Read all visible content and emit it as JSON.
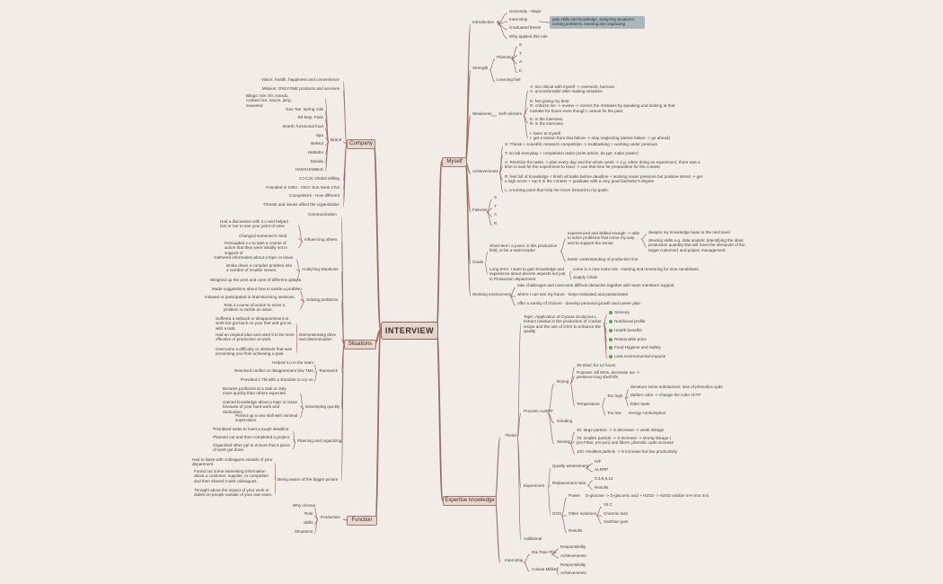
{
  "root": "INTERVIEW",
  "branches": {
    "myself": "Myself",
    "company": "Company",
    "situations": "Situations",
    "expertise": "Expertise knowledge",
    "function": "Function"
  },
  "myself": {
    "introduction": "Introduction",
    "intro_items": [
      "University - Major",
      "Internship",
      "Graduated thesis",
      "Why applied this role"
    ],
    "intro_note": "gain skills and knowledge, analyzing situations, solving problems, learning and organizing",
    "strength": "Strength",
    "planning": "Planning",
    "stak": [
      "S",
      "T",
      "A",
      "K"
    ],
    "learning_fast": "Learning fast",
    "weakness": "Weakness",
    "self_criticism": "Self-criticism",
    "weak_items": [
      "A: too critical with myself -> overwork, burnout\nA: uncomfortable after making mistakes",
      "E: Not giving my best\nR: criticize me -> review -> correct the mistakes by speaking and looking at that mistake for hours even though I cannot fix the past",
      "E: in the interview,\nR: in the interview,",
      "I: fairer to myself\nI: get a lesson from that failure -> stop neglecting (desire failure -> go ahead)"
    ],
    "achievements": "Achievements",
    "ach_items": [
      "S: Thesis + scientific research competition -> multitasking + working under pressure",
      "T: on lab everyday + competition tasks (write article, do ppt, make poster)",
      "A: Prioritize the tasks -> plan every day and the whole week -> e.g. when doing an experiment, there was a time to wait for the experiment to react -> use that time for preparation for the contest",
      "R: feel full of knowledge + finish all tasks before deadline + working under pressure but positive stress -> get a high score + top 5 in the contest -> graduate with a very good bachelor's degree",
      "L: a turning point that help me move forward to my goals."
    ],
    "failures": "Failures",
    "star": [
      "S",
      "T",
      "A",
      "R"
    ],
    "goals": "Goals",
    "short_term": "Short-term: a junior in this production field, or be a team-leader",
    "short_items": [
      "experienced and skilled enough -> able to solve problems that come my way and to support the senior",
      "better understanding of production line"
    ],
    "short_subitems": [
      "deepen my knowledge base to the next level",
      "develop skills e.g. data analytic (identifying the ideal production quantity that will meet the demands of the target customer) and project management"
    ],
    "long_term": "Long-term: I want to gain knowledge and experience about diverse aspects not just in Production department",
    "long_items": [
      "come in a new extra role - training and mentoring for new candidates",
      "Supply Chain"
    ],
    "working_env": "Working environment",
    "env_items": [
      "take challenges and overcome difficult obstacles together with team members support",
      "where I can see my future - keep motivated and passionated",
      "offer a variety of choices - develop personal growth and career plan"
    ]
  },
  "company": {
    "vision": "Vision: health, happiness and convenience",
    "mission": "Mission: ONLYONE products and services",
    "brand": "Brand",
    "brand_items": [
      "Bibigo: kim chi, mandu, cooked rice, sauce, jang, seaweed",
      "Gao Tae: spring rolls",
      "Rẻ Đẹp: Patiz",
      "Innerb: functional food",
      "Spa",
      "Beksul",
      "Hetbahn",
      "Dasida",
      "HAEGHANBLE"
    ],
    "cj": "CJ-CJC Global Milling",
    "founded": "Founded in 1953 - CEO: Eun Seok Choi",
    "competitors": "Competitors - How different",
    "threats": "Threats and issues affect the organization"
  },
  "situations": {
    "communication": "Communication",
    "influencing": "Influencing others",
    "influencing_items": [
      "Had a discussion with s.o and helped him or her to see your point of view.",
      "Changed someone's mind",
      "Persuaded s.o to take a course of action that they were initially not in support of"
    ],
    "analyzing": "Analyzing situations",
    "analyzing_items": [
      "Gathered information about a topic or issue.",
      "Broke down a complex problem into a number of smaller issues.",
      "Weighed up the pros and cons of different options."
    ],
    "solving": "Solving problems",
    "solving_items": [
      "Made suggestions about how to tackle a problem",
      "Initiated or participated in brainstorming sessions.",
      "Took a course of action to solve a problem or tackle an issue."
    ],
    "drive": "Demonstrating drive and determination",
    "drive_items": [
      "Suffered a setback or disappointment at work but got back on your feet and got on with a task.",
      "Had an original idea and used it to be more effective or productive at work.",
      "Overcame a difficulty or obstacle that was preventing you from achieving a goal."
    ],
    "teamwork": "Teamwork",
    "teamwork_items": [
      "Helped s.o in the team",
      "Resolved conflict or disagreement b/w TMs.",
      "Provided s TM with a shoulder to cry on."
    ],
    "quickly": "Developing quickly",
    "quickly_items": [
      "Became proficient at a task or duty more quickly than others expected",
      "Gained knowledge about a topic or issue because of your hard work and dedication.",
      "Picked up a new skill with minimal supervision."
    ],
    "planning": "Planning and organizing",
    "planning_items": [
      "Prioritised tasks to meet a tough deadline.",
      "Planned out and then completed a project.",
      "Organised other ppl to ensure that a piece of work got done."
    ],
    "bigger": "Being aware of the bigger picture",
    "bigger_items": [
      "Had to liaise with colleagues outside of your department.",
      "Found out some interesting information about a customer, supplier, or competitor and then shared it with colleagues.",
      "Thought about the impact of your work or duties on people outside of your own team."
    ]
  },
  "function": {
    "production": "Production",
    "items": [
      "Why choose",
      "Role",
      "Skills",
      "Situations"
    ]
  },
  "expertise": {
    "thesis": "Thesis",
    "topic": "Topic: Application of Cynara Scolymus L. extract residue in the production of cracker recipe and the use of GOX to enhance the quality",
    "benefits": [
      "Sensory",
      "Nutritional profile",
      "Health benefits",
      "Reasonable price",
      "Food Hygiene and Safety",
      "Less environmental impacts"
    ],
    "process": "Process ALERP",
    "drying": "Drying",
    "drying_items": [
      "35-50oC for 12 hours",
      "Purpose: kill MOs, decrease aw -> preserve long shelf-life"
    ],
    "temperature": "Temperature",
    "too_high": "Too high",
    "too_low": "Too low",
    "high_items": [
      "denature some substances: loss of phenolics cpds",
      "darken color -> change the color of FP",
      "bitter taste"
    ],
    "low_item": "energy consumption",
    "grinding": "Grinding",
    "sieving": "Sieving",
    "sieving_items": [
      "40: large particle -> S decrease -> weak linkage",
      "75: smaller particle -> S increase -> strong linkage ( pro-Fiber, pro-pro) and fibers: phenolic cpds increase",
      "100: smallest particle -> S increase but low productivity"
    ],
    "experiment": "Experiment",
    "quality": "Quality assessment",
    "quality_items": [
      "H/F",
      "ALRRP"
    ],
    "replacement": "Replacement ratio",
    "replacement_items": [
      "0,3,6,9,12",
      "Results"
    ],
    "gox": "GOX",
    "power": "Power",
    "power_item": "D-glucose -> D-gluconic acid + H2O2 -> H2O2 oxidize S-H into S-S",
    "other": "Other solutions",
    "other_items": [
      "Vit C",
      "Chromic acid",
      "Xanthan gum"
    ],
    "results": "Results",
    "additional": "Additional",
    "internship": "Internship",
    "intern_places": [
      "Dai Toan Phu",
      "Colusa Miliket"
    ],
    "responsibility": "Responsibility",
    "achievements": "Achievements"
  }
}
